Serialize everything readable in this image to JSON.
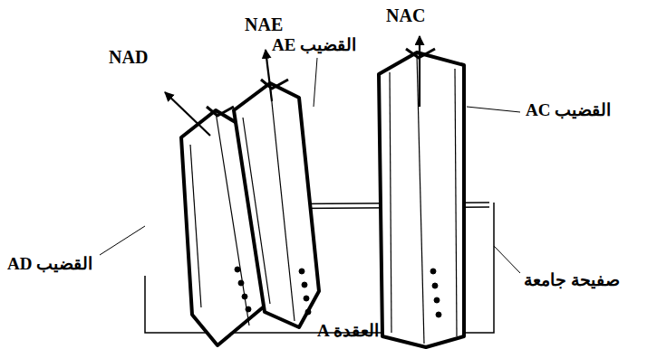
{
  "diagram": {
    "labels": [
      "NAD",
      "NAE",
      "NAC",
      "القضيب AE",
      "القضيب AC",
      "القضيب AD",
      "صفيحة جامعة",
      "العقدة A"
    ]
  }
}
